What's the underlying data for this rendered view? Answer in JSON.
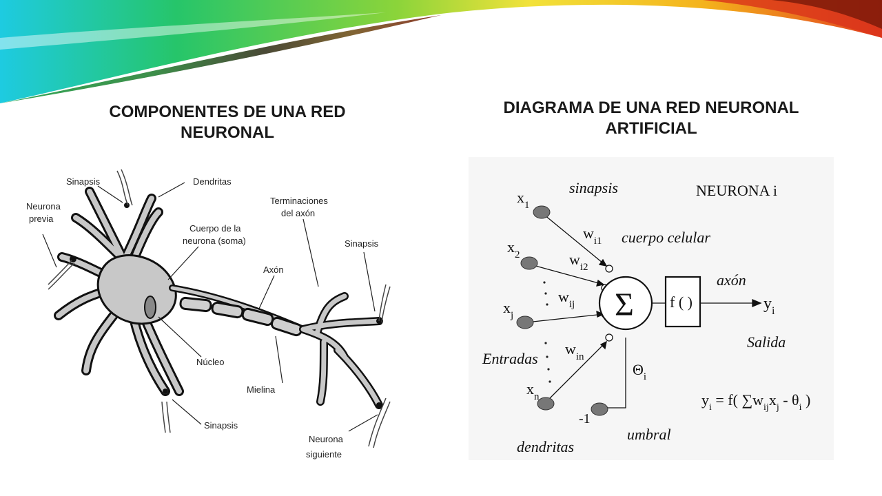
{
  "slide": {
    "left_title": "COMPONENTES DE UNA RED NEURONAL",
    "right_title": "DIAGRAMA DE UNA RED NEURONAL ARTIFICIAL"
  },
  "neuron_diagram": {
    "labels": {
      "sinapsis_top": "Sinapsis",
      "dendritas": "Dendritas",
      "neurona_previa_1": "Neurona",
      "neurona_previa_2": "previa",
      "cuerpo_1": "Cuerpo de la",
      "cuerpo_2": "neurona (soma)",
      "terminaciones_1": "Terminaciones",
      "terminaciones_2": "del axón",
      "sinapsis_right": "Sinapsis",
      "axon": "Axón",
      "nucleo": "Núcleo",
      "mielina": "Mielina",
      "sinapsis_bottom": "Sinapsis",
      "neurona_siguiente_1": "Neurona",
      "neurona_siguiente_2": "siguiente"
    }
  },
  "ann_diagram": {
    "labels": {
      "sinapsis": "sinapsis",
      "neurona_i": "NEURONA i",
      "cuerpo_celular": "cuerpo celular",
      "axon": "axón",
      "salida": "Salida",
      "entradas": "Entradas",
      "umbral": "umbral",
      "dendritas": "dendritas",
      "sum_symbol": "Σ",
      "func": "f ( )",
      "neg_one": "-1",
      "theta": "Θ",
      "theta_sub": "i",
      "output_var": "y",
      "output_sub": "i"
    },
    "inputs": [
      {
        "var": "x",
        "sub": "1",
        "weight": "w",
        "weight_sub": "i1"
      },
      {
        "var": "x",
        "sub": "2",
        "weight": "w",
        "weight_sub": "i2"
      },
      {
        "var": "x",
        "sub": "j",
        "weight": "w",
        "weight_sub": "ij"
      },
      {
        "var": "x",
        "sub": "n",
        "weight": "w",
        "weight_sub": "in"
      }
    ],
    "formula": {
      "y": "y",
      "y_sub": "i",
      "eq_open": " = f( ∑w",
      "w_sub": "ij",
      "x": "x",
      "x_sub": "j",
      "minus": " - θ",
      "theta_sub": "i",
      "close": " )"
    }
  }
}
